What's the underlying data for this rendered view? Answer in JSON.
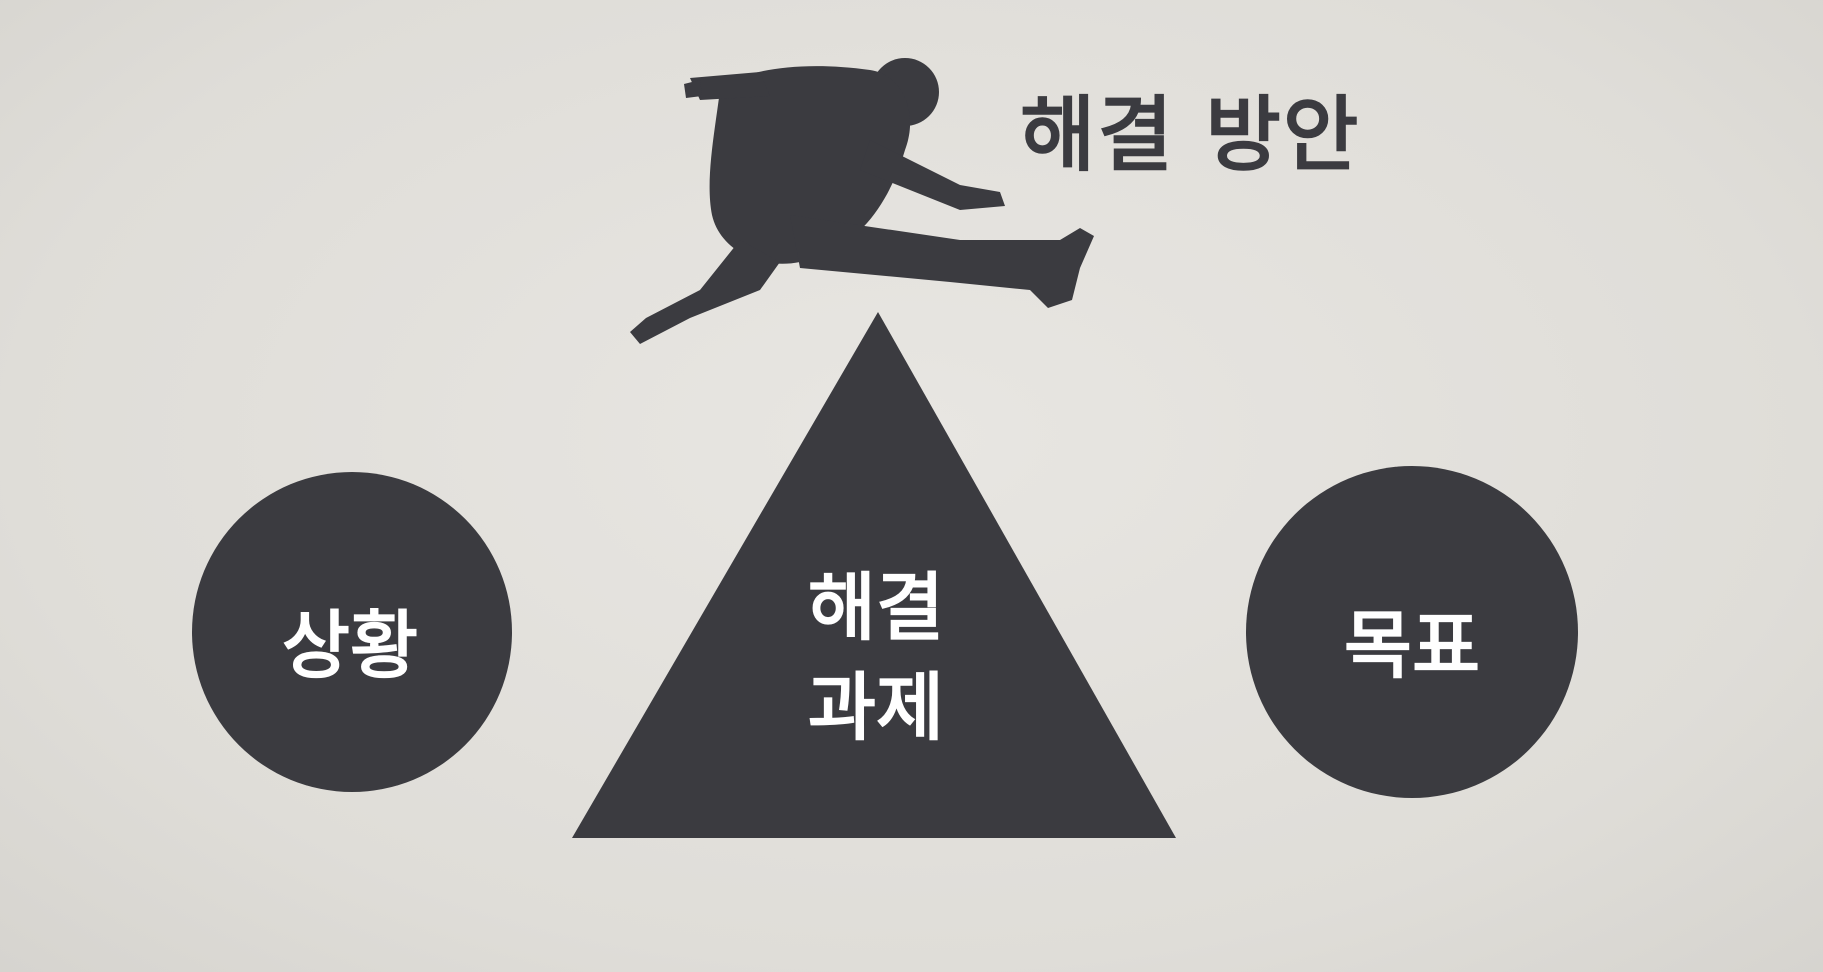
{
  "solution": {
    "label": "해결 방안"
  },
  "situation": {
    "label": "상황"
  },
  "challenge": {
    "line1": "해결",
    "line2": "과제"
  },
  "goal": {
    "label": "목표"
  },
  "colors": {
    "background": "#e2e0dc",
    "shape_fill": "#3b3b40",
    "shape_text": "#ffffff",
    "title_text": "#3b3b40"
  },
  "icons": {
    "jumper": "jumping-person-icon"
  }
}
